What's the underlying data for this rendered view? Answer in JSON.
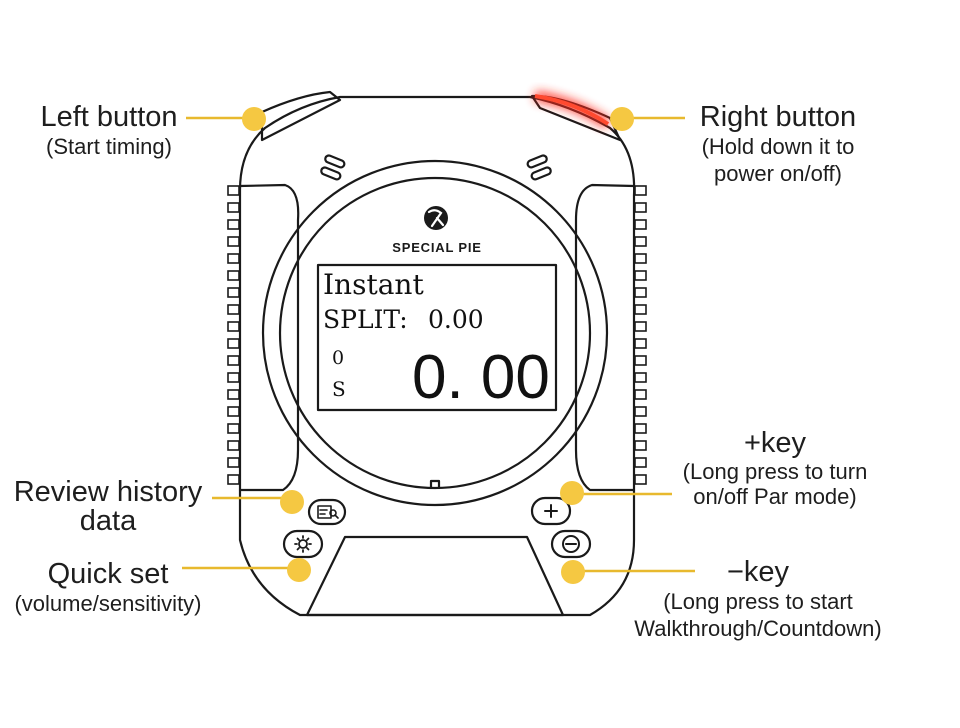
{
  "colors": {
    "accent_dot": "#f5c842",
    "leader_line": "#e8b92e",
    "outline": "#1a1a1a",
    "power_glow": "#ff2a1a",
    "background": "#ffffff"
  },
  "device": {
    "brand": "SPECIAL PIE",
    "brand_icon": "pie-logo-icon",
    "screen": {
      "mode": "Instant",
      "split_label": "SPLIT:",
      "split_value": "0.00",
      "shot_count": "0",
      "unit": "S",
      "time": "0. 00"
    },
    "buttons": {
      "review_icon": "review-history-icon",
      "quickset_icon": "gear-icon",
      "plus_icon": "plus-icon",
      "minus_icon": "minus-icon"
    }
  },
  "annotations": {
    "left_button": {
      "title": "Left button",
      "sub": "(Start timing)"
    },
    "right_button": {
      "title": "Right button",
      "sub1": "(Hold down it to",
      "sub2": "power on/off)"
    },
    "review": {
      "title1": "Review history",
      "title2": "data"
    },
    "quick_set": {
      "title": "Quick set",
      "sub": "(volume/sensitivity)"
    },
    "plus_key": {
      "title": "+key",
      "sub1": "(Long press to turn",
      "sub2": "on/off Par mode)"
    },
    "minus_key": {
      "title": "−key",
      "sub1": "(Long press to start",
      "sub2": "Walkthrough/Countdown)"
    }
  }
}
